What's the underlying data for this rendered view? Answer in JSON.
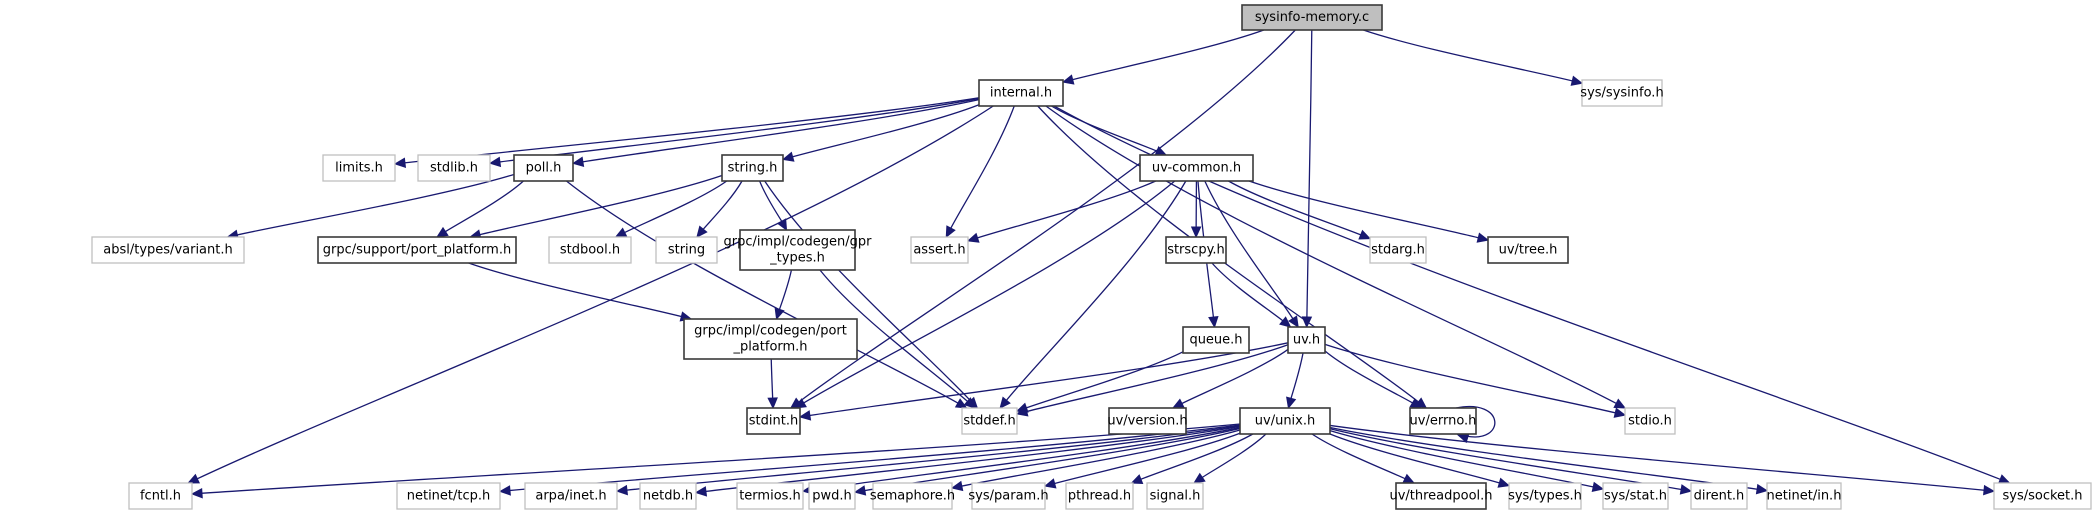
{
  "diagram": {
    "title": "sysinfo-memory.c include dependency graph",
    "edge_color": "#191970",
    "root_fill": "#bfbfbf",
    "nodes": [
      {
        "id": "sysinfo_memory_c",
        "label": "sysinfo-memory.c",
        "kind": "root"
      },
      {
        "id": "sys_sysinfo_h",
        "label": "sys/sysinfo.h",
        "kind": "system"
      },
      {
        "id": "internal_h",
        "label": "internal.h",
        "kind": "local"
      },
      {
        "id": "limits_h",
        "label": "limits.h",
        "kind": "system"
      },
      {
        "id": "stdlib_h",
        "label": "stdlib.h",
        "kind": "system"
      },
      {
        "id": "poll_h",
        "label": "poll.h",
        "kind": "local"
      },
      {
        "id": "string_h",
        "label": "string.h",
        "kind": "local"
      },
      {
        "id": "uv_common_h",
        "label": "uv-common.h",
        "kind": "local"
      },
      {
        "id": "absl_variant_h",
        "label": "absl/types/variant.h",
        "kind": "system"
      },
      {
        "id": "grpc_support_port_platform_h",
        "label": "grpc/support/port_platform.h",
        "kind": "local"
      },
      {
        "id": "stdbool_h",
        "label": "stdbool.h",
        "kind": "system"
      },
      {
        "id": "string",
        "label": "string",
        "kind": "system"
      },
      {
        "id": "gpr_types_h",
        "label": "grpc/impl/codegen/gpr\n_types.h",
        "kind": "local"
      },
      {
        "id": "assert_h",
        "label": "assert.h",
        "kind": "system"
      },
      {
        "id": "strscpy_h",
        "label": "strscpy.h",
        "kind": "local"
      },
      {
        "id": "stdarg_h",
        "label": "stdarg.h",
        "kind": "system"
      },
      {
        "id": "uv_tree_h",
        "label": "uv/tree.h",
        "kind": "local"
      },
      {
        "id": "codegen_port_platform_h",
        "label": "grpc/impl/codegen/port\n_platform.h",
        "kind": "local"
      },
      {
        "id": "queue_h",
        "label": "queue.h",
        "kind": "local"
      },
      {
        "id": "uv_h",
        "label": "uv.h",
        "kind": "local"
      },
      {
        "id": "stdint_h",
        "label": "stdint.h",
        "kind": "local"
      },
      {
        "id": "stddef_h",
        "label": "stddef.h",
        "kind": "system"
      },
      {
        "id": "uv_version_h",
        "label": "uv/version.h",
        "kind": "local"
      },
      {
        "id": "uv_unix_h",
        "label": "uv/unix.h",
        "kind": "local"
      },
      {
        "id": "uv_errno_h",
        "label": "uv/errno.h",
        "kind": "local"
      },
      {
        "id": "stdio_h",
        "label": "stdio.h",
        "kind": "system"
      },
      {
        "id": "fcntl_h",
        "label": "fcntl.h",
        "kind": "system"
      },
      {
        "id": "netinet_tcp_h",
        "label": "netinet/tcp.h",
        "kind": "system"
      },
      {
        "id": "arpa_inet_h",
        "label": "arpa/inet.h",
        "kind": "system"
      },
      {
        "id": "netdb_h",
        "label": "netdb.h",
        "kind": "system"
      },
      {
        "id": "termios_h",
        "label": "termios.h",
        "kind": "system"
      },
      {
        "id": "pwd_h",
        "label": "pwd.h",
        "kind": "system"
      },
      {
        "id": "semaphore_h",
        "label": "semaphore.h",
        "kind": "system"
      },
      {
        "id": "sys_param_h",
        "label": "sys/param.h",
        "kind": "system"
      },
      {
        "id": "pthread_h",
        "label": "pthread.h",
        "kind": "system"
      },
      {
        "id": "signal_h",
        "label": "signal.h",
        "kind": "system"
      },
      {
        "id": "uv_threadpool_h",
        "label": "uv/threadpool.h",
        "kind": "local"
      },
      {
        "id": "sys_types_h",
        "label": "sys/types.h",
        "kind": "system"
      },
      {
        "id": "sys_stat_h",
        "label": "sys/stat.h",
        "kind": "system"
      },
      {
        "id": "dirent_h",
        "label": "dirent.h",
        "kind": "system"
      },
      {
        "id": "netinet_in_h",
        "label": "netinet/in.h",
        "kind": "system"
      },
      {
        "id": "sys_socket_h",
        "label": "sys/socket.h",
        "kind": "system"
      }
    ],
    "edges": [
      [
        "sysinfo_memory_c",
        "internal_h"
      ],
      [
        "sysinfo_memory_c",
        "sys_sysinfo_h"
      ],
      [
        "sysinfo_memory_c",
        "uv_h"
      ],
      [
        "sysinfo_memory_c",
        "stdint_h"
      ],
      [
        "internal_h",
        "limits_h"
      ],
      [
        "internal_h",
        "stdlib_h"
      ],
      [
        "internal_h",
        "poll_h"
      ],
      [
        "internal_h",
        "string_h"
      ],
      [
        "internal_h",
        "uv_common_h"
      ],
      [
        "internal_h",
        "assert_h"
      ],
      [
        "internal_h",
        "fcntl_h"
      ],
      [
        "internal_h",
        "stdio_h"
      ],
      [
        "internal_h",
        "uv_errno_h"
      ],
      [
        "internal_h",
        "sys_socket_h"
      ],
      [
        "poll_h",
        "absl_variant_h"
      ],
      [
        "poll_h",
        "grpc_support_port_platform_h"
      ],
      [
        "poll_h",
        "stddef_h"
      ],
      [
        "string_h",
        "grpc_support_port_platform_h"
      ],
      [
        "string_h",
        "stdbool_h"
      ],
      [
        "string_h",
        "string"
      ],
      [
        "string_h",
        "gpr_types_h"
      ],
      [
        "string_h",
        "stddef_h"
      ],
      [
        "grpc_support_port_platform_h",
        "codegen_port_platform_h"
      ],
      [
        "gpr_types_h",
        "codegen_port_platform_h"
      ],
      [
        "gpr_types_h",
        "stddef_h"
      ],
      [
        "codegen_port_platform_h",
        "stdint_h"
      ],
      [
        "uv_common_h",
        "assert_h"
      ],
      [
        "uv_common_h",
        "stdint_h"
      ],
      [
        "uv_common_h",
        "stddef_h"
      ],
      [
        "uv_common_h",
        "queue_h"
      ],
      [
        "uv_common_h",
        "strscpy_h"
      ],
      [
        "uv_common_h",
        "stdarg_h"
      ],
      [
        "uv_common_h",
        "uv_tree_h"
      ],
      [
        "uv_common_h",
        "uv_h"
      ],
      [
        "strscpy_h",
        "uv_h"
      ],
      [
        "queue_h",
        "stddef_h"
      ],
      [
        "uv_h",
        "stdint_h"
      ],
      [
        "uv_h",
        "stddef_h"
      ],
      [
        "uv_h",
        "uv_version_h"
      ],
      [
        "uv_h",
        "uv_unix_h"
      ],
      [
        "uv_h",
        "uv_errno_h"
      ],
      [
        "uv_h",
        "stdio_h"
      ],
      [
        "uv_errno_h",
        "uv_errno_h"
      ],
      [
        "uv_unix_h",
        "fcntl_h"
      ],
      [
        "uv_unix_h",
        "netinet_tcp_h"
      ],
      [
        "uv_unix_h",
        "arpa_inet_h"
      ],
      [
        "uv_unix_h",
        "netdb_h"
      ],
      [
        "uv_unix_h",
        "termios_h"
      ],
      [
        "uv_unix_h",
        "pwd_h"
      ],
      [
        "uv_unix_h",
        "semaphore_h"
      ],
      [
        "uv_unix_h",
        "sys_param_h"
      ],
      [
        "uv_unix_h",
        "pthread_h"
      ],
      [
        "uv_unix_h",
        "signal_h"
      ],
      [
        "uv_unix_h",
        "uv_threadpool_h"
      ],
      [
        "uv_unix_h",
        "sys_types_h"
      ],
      [
        "uv_unix_h",
        "sys_stat_h"
      ],
      [
        "uv_unix_h",
        "dirent_h"
      ],
      [
        "uv_unix_h",
        "netinet_in_h"
      ],
      [
        "uv_unix_h",
        "sys_socket_h"
      ]
    ]
  }
}
